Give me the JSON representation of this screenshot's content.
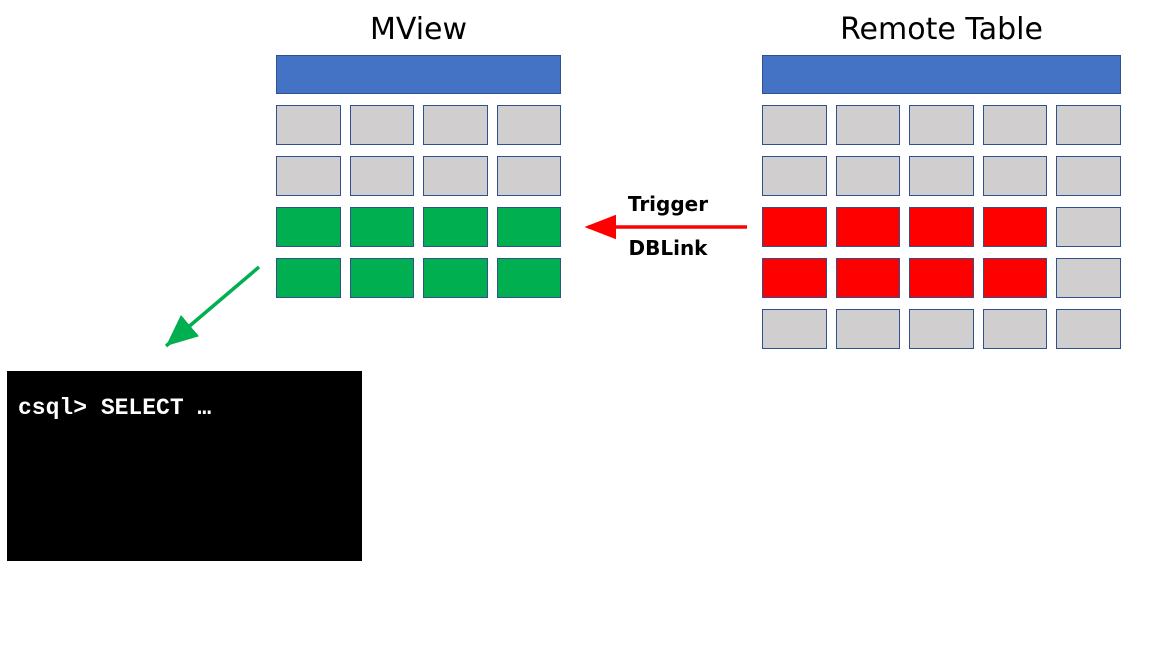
{
  "colors": {
    "header": "#4472c4",
    "gray_cell": "#d0cece",
    "green_cell": "#00b050",
    "red_cell": "#ff0000",
    "cell_border": "#2f528f",
    "sync_arrow": "#ff0000",
    "query_arrow": "#00b050",
    "terminal_bg": "#000000",
    "terminal_text": "#ffffff"
  },
  "mview": {
    "title": "MView",
    "header_color": "#4472c4",
    "rows": [
      [
        "#d0cece",
        "#d0cece",
        "#d0cece",
        "#d0cece"
      ],
      [
        "#d0cece",
        "#d0cece",
        "#d0cece",
        "#d0cece"
      ],
      [
        "#00b050",
        "#00b050",
        "#00b050",
        "#00b050"
      ],
      [
        "#00b050",
        "#00b050",
        "#00b050",
        "#00b050"
      ]
    ]
  },
  "remote": {
    "title": "Remote Table",
    "header_color": "#4472c4",
    "rows": [
      [
        "#d0cece",
        "#d0cece",
        "#d0cece",
        "#d0cece",
        "#d0cece"
      ],
      [
        "#d0cece",
        "#d0cece",
        "#d0cece",
        "#d0cece",
        "#d0cece"
      ],
      [
        "#ff0000",
        "#ff0000",
        "#ff0000",
        "#ff0000",
        "#d0cece"
      ],
      [
        "#ff0000",
        "#ff0000",
        "#ff0000",
        "#ff0000",
        "#d0cece"
      ],
      [
        "#d0cece",
        "#d0cece",
        "#d0cece",
        "#d0cece",
        "#d0cece"
      ]
    ]
  },
  "sync_arrow": {
    "top_label": "Trigger",
    "bottom_label": "DBLink"
  },
  "terminal": {
    "command": "csql> SELECT …"
  }
}
